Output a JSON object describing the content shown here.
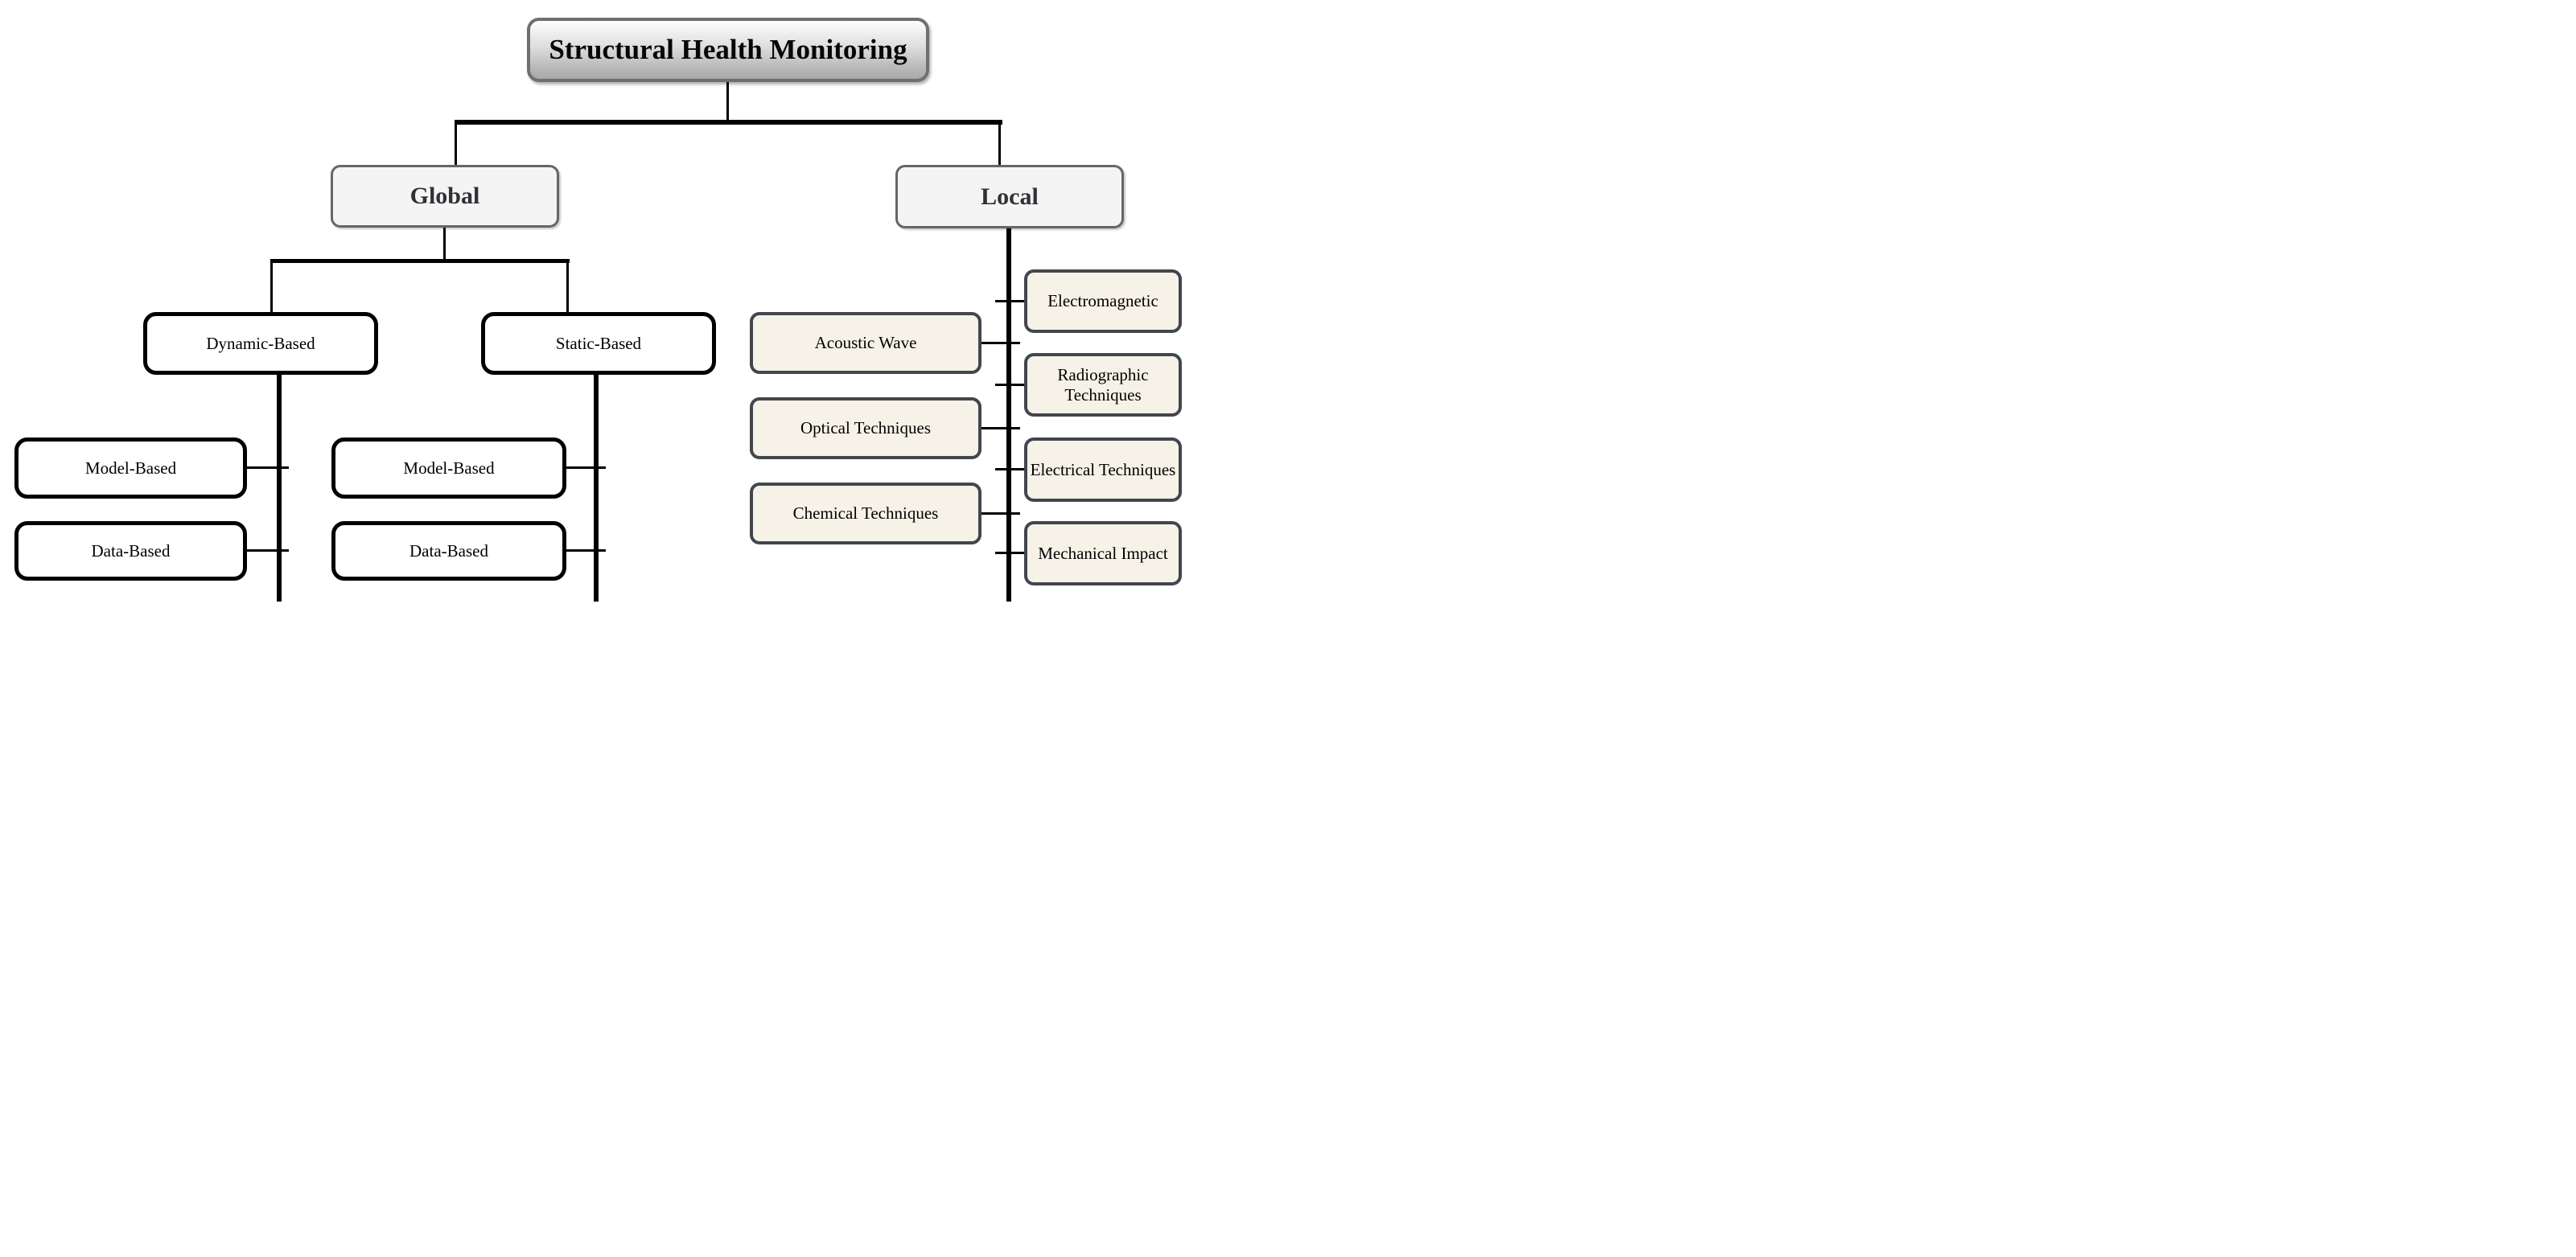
{
  "diagram": {
    "title": {
      "label": "Structural Health Monitoring"
    },
    "global": {
      "label": "Global",
      "dynamic": {
        "label": "Dynamic-Based",
        "children": [
          {
            "label": "Model-Based"
          },
          {
            "label": "Data-Based"
          }
        ]
      },
      "static": {
        "label": "Static-Based",
        "children": [
          {
            "label": "Model-Based"
          },
          {
            "label": "Data-Based"
          }
        ]
      }
    },
    "local": {
      "label": "Local",
      "left_children": [
        {
          "label": "Acoustic Wave"
        },
        {
          "label": "Optical Techniques"
        },
        {
          "label": "Chemical Techniques"
        }
      ],
      "right_children": [
        {
          "label": "Electromagnetic"
        },
        {
          "label": "Radiographic Techniques"
        },
        {
          "label": "Electrical Techniques"
        },
        {
          "label": "Mechanical Impact"
        }
      ]
    },
    "colors": {
      "node_fill_beige": "#f6f2e7",
      "node_border_beige": "#42464d",
      "node_fill_white": "#ffffff",
      "node_border_black": "#000000",
      "branch_fill_gray": "#f4f4f4",
      "branch_border_gray": "#666666",
      "title_gradient_top": "#fdfdfd",
      "title_gradient_bottom": "#a9a9a9",
      "title_border": "#6f6f6f",
      "line_color": "#000000"
    }
  }
}
